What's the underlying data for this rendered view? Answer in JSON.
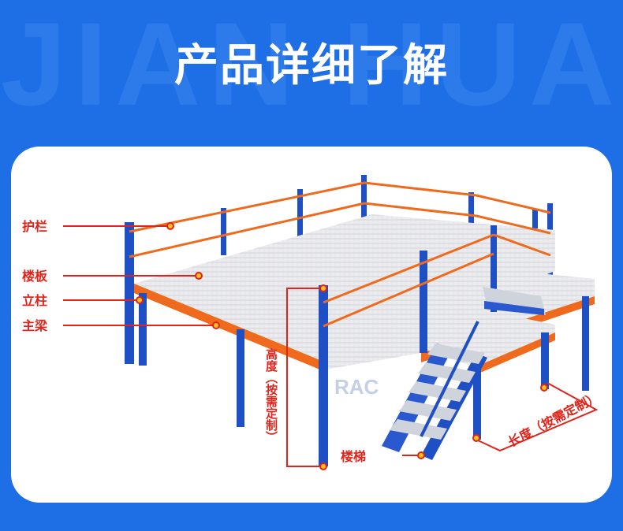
{
  "watermark": "JIAN HUA",
  "title": "产品详细了解",
  "labels": {
    "guardrail": "护栏",
    "floor_plate": "楼板",
    "column": "立柱",
    "main_beam": "主梁",
    "stairs": "楼梯",
    "height": "高度（按需定制）",
    "length": "长度（按需定制）"
  },
  "logo_text": "RAC",
  "colors": {
    "background": "#1e6fe6",
    "card": "#ffffff",
    "annotation": "#e2231a",
    "column_blue": "#1f4fc4",
    "beam_orange": "#f06a1e",
    "deck": "#e9e9ec"
  }
}
